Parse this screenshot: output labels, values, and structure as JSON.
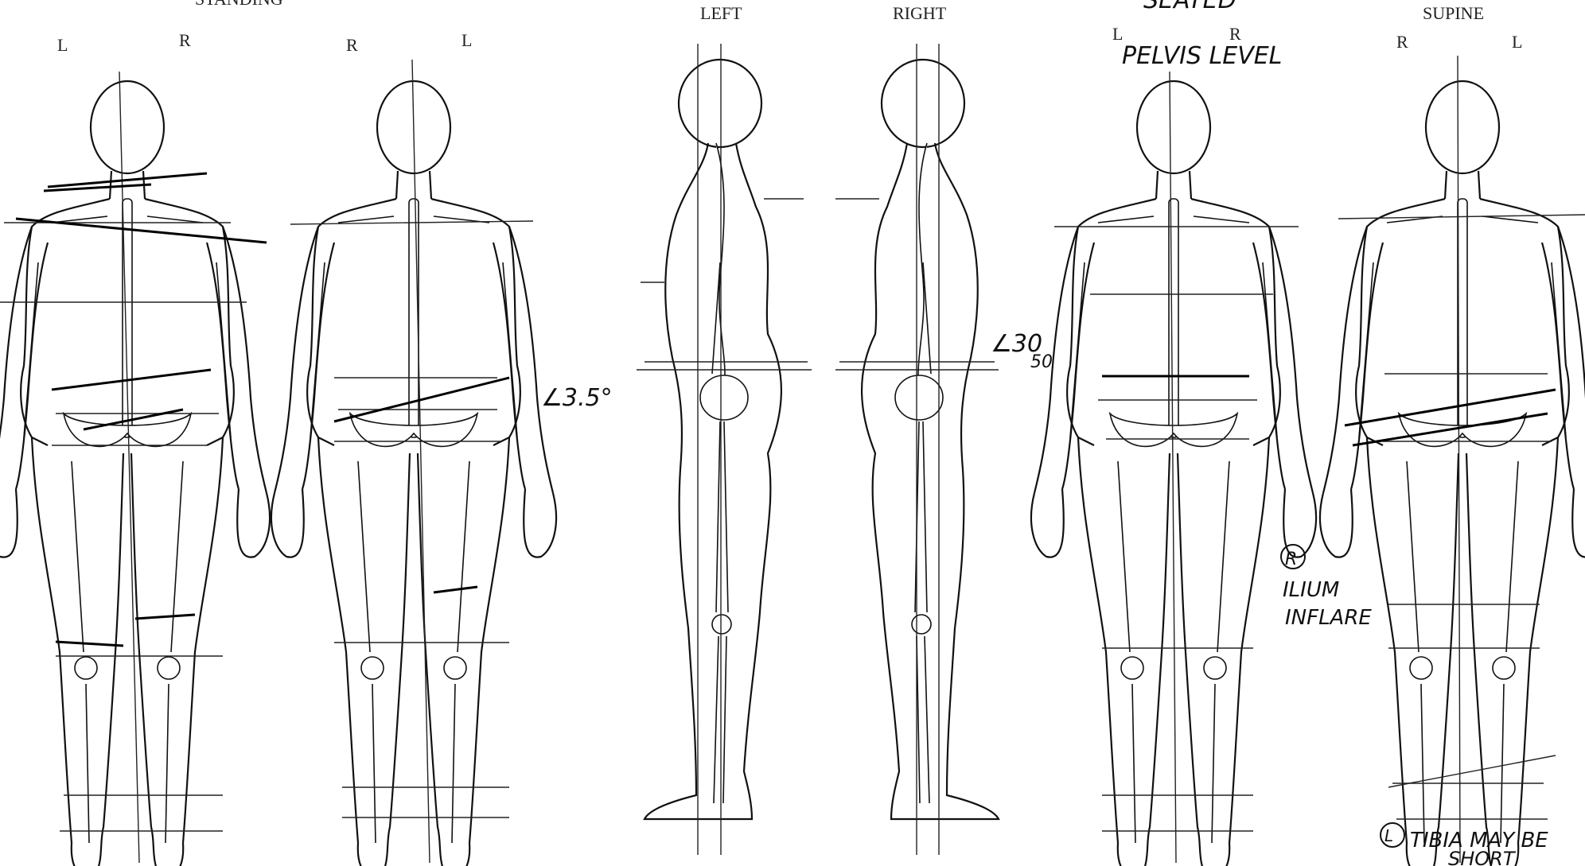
{
  "header": {
    "standing": "STANDING",
    "seated": "SEATED",
    "left": "LEFT",
    "right": "RIGHT",
    "supine": "SUPINE"
  },
  "side_letters": {
    "fig1_left": "L",
    "fig1_right": "R",
    "fig2_left": "R",
    "fig2_right": "L",
    "fig5_left": "L",
    "fig5_right": "R",
    "fig6_left": "R",
    "fig6_right": "L"
  },
  "annotations": {
    "pelvis_level": "PELVIS LEVEL",
    "angle_front": "∠3.5°",
    "angle_side_top": "∠30",
    "angle_side_bottom": "50",
    "ilium_circle": "R",
    "ilium_line1": "ILIUM",
    "ilium_line2": "INFLARE",
    "tibia_circle": "L",
    "tibia_line1": "TIBIA MAY BE",
    "tibia_line2": "SHORT"
  },
  "colors": {
    "ink": "#111111",
    "paper": "#ffffff"
  }
}
